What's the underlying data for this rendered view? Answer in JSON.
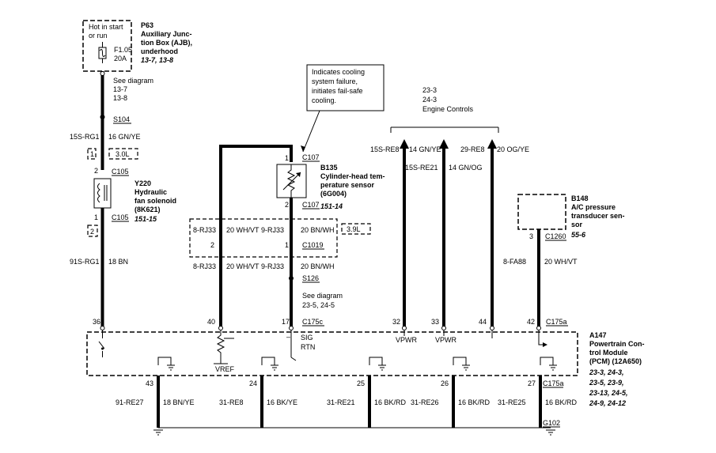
{
  "ajb": {
    "id": "P63",
    "name": [
      "Auxiliary Junc-",
      "tion Box (AJB),",
      "underhood"
    ],
    "ref": "13-7, 13-8",
    "hot": [
      "Hot in start",
      "or run"
    ],
    "fuse": "F1.05",
    "amp": "20A"
  },
  "see1": [
    "See diagram",
    "13-7",
    "13-8"
  ],
  "s104": "S104",
  "w1": {
    "circuit": "15S-RG1",
    "color": "16 GN/YE"
  },
  "opt30": {
    "pin": "1",
    "label": "3.0L"
  },
  "c105top": {
    "pin": "2",
    "label": "C105"
  },
  "solenoid": {
    "id": "Y220",
    "name": [
      "Hydraulic",
      "fan solenoid",
      "(8K621)"
    ],
    "ref": "151-15"
  },
  "c105bot": {
    "pin": "1",
    "label": "C105"
  },
  "opt2": "2",
  "w2": {
    "circuit": "91S-RG1",
    "color": "18 BN"
  },
  "callout": [
    "Indicates cooling",
    "system failure,",
    "initiates fail-safe",
    "cooling."
  ],
  "c107top": {
    "pin": "1",
    "label": "C107"
  },
  "sensor": {
    "id": "B135",
    "name": [
      "Cylinder-head tem-",
      "perature sensor",
      "(6G004)"
    ],
    "ref": "151-14"
  },
  "c107bot": {
    "pin": "2",
    "label": "C107"
  },
  "rj_left_top": {
    "circuit": "8-RJ33",
    "color": "20 WH/VT"
  },
  "rj_right_top": {
    "circuit": "9-RJ33",
    "color": "20 BN/WH"
  },
  "opt39": "3.9L",
  "c1019": {
    "pinL": "2",
    "pinR": "1",
    "label": "C1019"
  },
  "rj_left_bot": {
    "circuit": "8-RJ33",
    "color": "20 WH/VT"
  },
  "rj_right_bot": {
    "circuit": "9-RJ33",
    "color": "20 BN/WH"
  },
  "s126": "S126",
  "see2": [
    "See diagram",
    "23-5, 24-5"
  ],
  "engine": [
    "23-3",
    "24-3",
    "Engine Controls"
  ],
  "ec1": {
    "circuit": "15S-RE8",
    "color": "14 GN/YE"
  },
  "ec2": {
    "circuit": "15S-RE21",
    "color": "14 GN/OG"
  },
  "ec3": {
    "circuit": "29-RE8",
    "color": "20 OG/YE"
  },
  "b148": {
    "id": "B148",
    "name": [
      "A/C pressure",
      "transducer sen-",
      "sor"
    ],
    "ref": "55-6"
  },
  "c1260": {
    "pin": "3",
    "label": "C1260"
  },
  "fa88": {
    "circuit": "8-FA88",
    "color": "20 WH/VT"
  },
  "pcm_pins": {
    "p36": "36",
    "p40": "40",
    "p17": "17",
    "c175c": "C175c",
    "p32": "32",
    "p33": "33",
    "p44": "44",
    "p42": "42",
    "c175a": "C175a"
  },
  "pcm_labels": {
    "sig": "SIG",
    "rtn": "RTN",
    "vref": "VREF",
    "vpwr1": "VPWR",
    "vpwr2": "VPWR",
    "minus": "–"
  },
  "pcm": {
    "id": "A147",
    "name": [
      "Powertrain Con-",
      "trol Module",
      "(PCM) (12A650)"
    ],
    "ref": [
      "23-3, 24-3,",
      "23-5, 23-9,",
      "23-13, 24-5,",
      "24-9, 24-12"
    ]
  },
  "grounds": [
    {
      "pin": "43",
      "circuit": "91-RE27",
      "color": "18 BN/YE"
    },
    {
      "pin": "24",
      "circuit": "31-RE8",
      "color": "16 BK/YE"
    },
    {
      "pin": "25",
      "circuit": "31-RE21",
      "color": "16 BK/RD"
    },
    {
      "pin": "26",
      "circuit": "31-RE26",
      "color": "16 BK/RD"
    },
    {
      "pin": "27",
      "circuit": "31-RE25",
      "color": "16 BK/RD"
    }
  ],
  "c175a_bot": "C175a",
  "g102": "G102"
}
